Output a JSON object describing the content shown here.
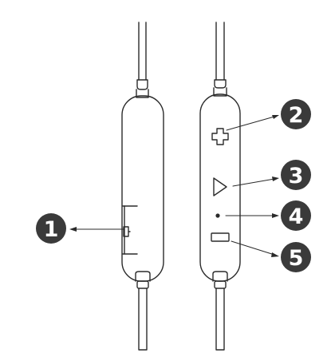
{
  "diagram": {
    "colors": {
      "stroke": "#2a2a2a",
      "badge": "#3a3a3a",
      "badge_text": "#ffffff"
    },
    "callouts": [
      {
        "id": "1",
        "label": "1",
        "target": "side-slider-switch"
      },
      {
        "id": "2",
        "label": "2",
        "target": "volume-up-button"
      },
      {
        "id": "3",
        "label": "3",
        "target": "play-pause-button"
      },
      {
        "id": "4",
        "label": "4",
        "target": "microphone-hole"
      },
      {
        "id": "5",
        "label": "5",
        "target": "volume-down-button"
      }
    ],
    "icons": {
      "plus": "plus-icon",
      "play": "play-icon",
      "dot": "microphone-dot-icon",
      "minus": "minus-icon"
    }
  }
}
